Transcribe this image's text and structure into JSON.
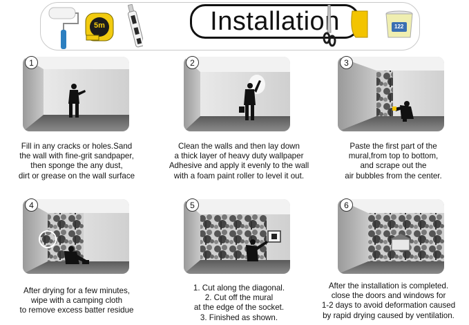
{
  "header": {
    "title": "Installation",
    "tape_label": "5m",
    "paste_label": "122"
  },
  "steps": [
    {
      "number": "1",
      "caption": "Fill in any cracks or holes.Sand\nthe wall with fine-grit sandpaper,\nthen sponge the any dust,\ndirt or grease on the wall surface"
    },
    {
      "number": "2",
      "caption": "Clean the walls and then lay down\na thick layer of heavy duty wallpaper\nAdhesive and apply it evenly to the wall\nwith a foam paint roller to level it out."
    },
    {
      "number": "3",
      "caption": "Paste the first part of the\nmural,from top to bottom,\nand scrape out the\nair bubbles from the center."
    },
    {
      "number": "4",
      "caption": "After drying for a few minutes,\nwipe with a camping cloth\nto remove excess batter residue"
    },
    {
      "number": "5",
      "caption": "1. Cut along the diagonal.\n2. Cut off the mural\nat the edge of the socket.\n3. Finished as shown."
    },
    {
      "number": "6",
      "caption": "After the installation is completed.\nclose the doors and windows for\n1-2 days to avoid deformation caused\nby rapid drying caused by ventilation."
    }
  ]
}
